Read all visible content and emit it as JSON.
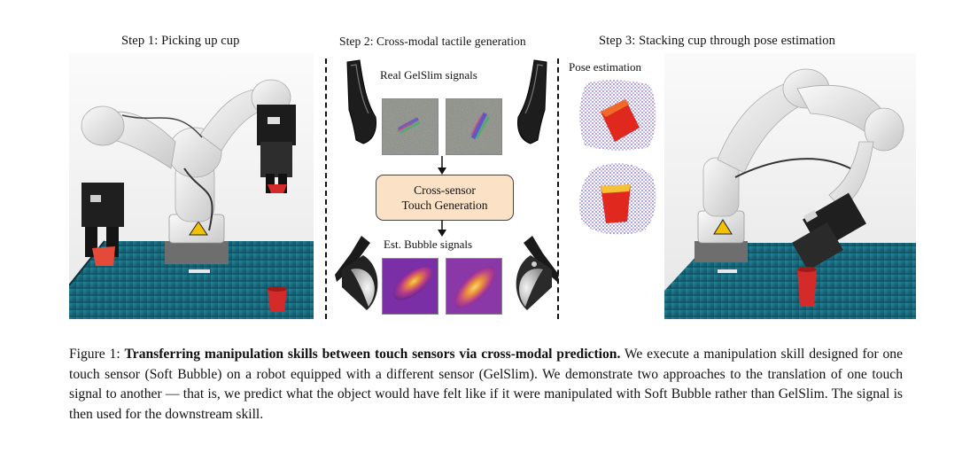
{
  "steps": {
    "step1": "Step 1: Picking up cup",
    "step2": "Step 2: Cross-modal tactile generation",
    "step3": "Step 3: Stacking cup through pose estimation"
  },
  "labels": {
    "real_gelslim": "Real GelSlim signals",
    "gen_line1": "Cross-sensor",
    "gen_line2": "Touch Generation",
    "est_bubble": "Est. Bubble signals",
    "pose_estimation": "Pose estimation"
  },
  "caption": {
    "prefix": "Figure 1: ",
    "bold_title": "Transferring manipulation skills between touch sensors via cross-modal prediction.",
    "body": " We execute a manipulation skill designed for one touch sensor (Soft Bubble) on a robot equipped with a different sensor (GelSlim). We demonstrate two approaches to the translation of one touch signal to another — that is, we predict what the object would have felt like if it were manipulated with Soft Bubble rather than GelSlim. The signal is then used for the downstream skill."
  },
  "colors": {
    "table_teal": "#1d7f93",
    "cup_red": "#d42a2a",
    "gen_box_fill": "#fbe2c7",
    "bubble_purple": "#7b2fa7",
    "bubble_yellow": "#f3c24a"
  }
}
